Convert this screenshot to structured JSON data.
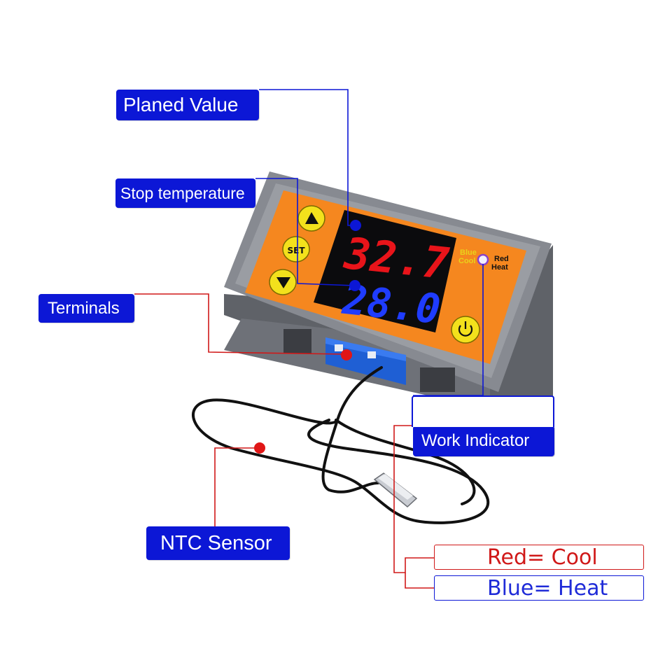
{
  "callouts": {
    "planed_value": "Planed Value",
    "stop_temperature": "Stop temperature",
    "terminals": "Terminals",
    "work_indicator": "Work Indicator",
    "ntc_sensor": "NTC Sensor"
  },
  "legend": {
    "red_cool": "Red= Cool",
    "blue_heat": "Blue= Heat"
  },
  "device": {
    "display_red": "32.7",
    "display_blue": "28.0",
    "set_button_label": "SET",
    "indicator_left_top": "Blue",
    "indicator_left_bottom": "Cool",
    "indicator_right_top": "Red",
    "indicator_right_bottom": "Heat"
  },
  "colors": {
    "callout_blue": "#0c17d6",
    "callout_red": "#d01818",
    "panel_orange": "#f5871f",
    "housing_grey": "#7f8289",
    "button_yellow": "#f3e11c",
    "led_red": "#e8141a",
    "led_blue": "#1f3cff"
  },
  "icons": [
    "up-arrow-icon",
    "down-arrow-icon",
    "power-icon"
  ]
}
